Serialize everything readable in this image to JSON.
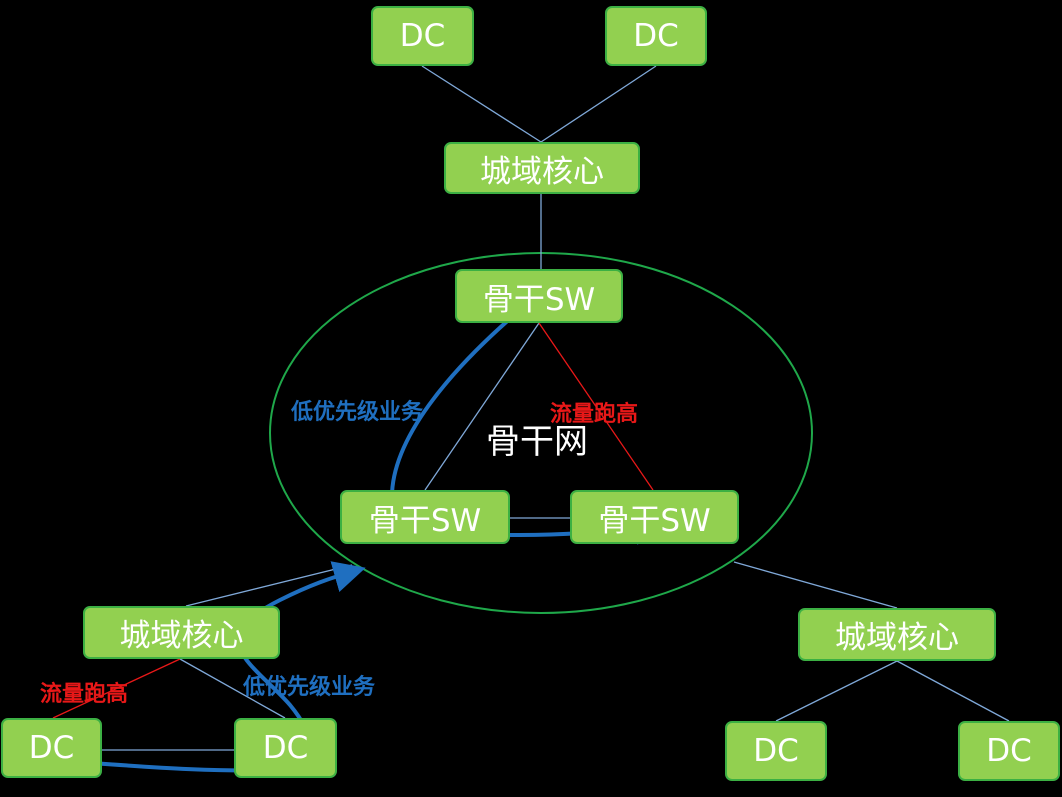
{
  "nodes": {
    "dc_top_left": "DC",
    "dc_top_right": "DC",
    "metro_core_top": "城域核心",
    "backbone_sw_top": "骨干SW",
    "backbone_sw_left": "骨干SW",
    "backbone_sw_right": "骨干SW",
    "metro_core_left": "城域核心",
    "metro_core_right": "城域核心",
    "dc_bottom_left_1": "DC",
    "dc_bottom_left_2": "DC",
    "dc_bottom_right_1": "DC",
    "dc_bottom_right_2": "DC"
  },
  "labels": {
    "backbone_network": "骨干网",
    "low_priority_top": "低优先级业务",
    "traffic_high_top": "流量跑高",
    "low_priority_bottom": "低优先级业务",
    "traffic_high_bottom": "流量跑高"
  },
  "colors": {
    "node_fill": "#92d050",
    "link": "#7fa8d8",
    "congested_link": "#e81818",
    "flow_arrow": "#1f6fc0",
    "backbone_ring": "#1fa84a"
  }
}
